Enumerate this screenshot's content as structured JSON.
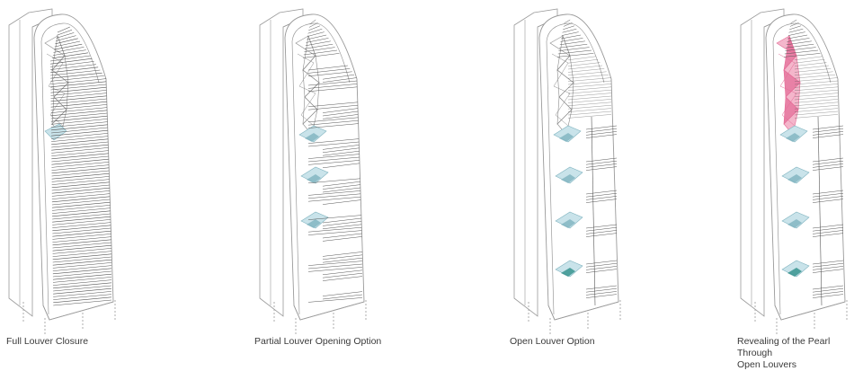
{
  "panels": [
    {
      "id": "full",
      "caption_lines": [
        "Full Louver Closure"
      ],
      "louver_state": "closed",
      "pearl_revealed": false
    },
    {
      "id": "partial",
      "caption_lines": [
        "Partial Louver Opening Option"
      ],
      "louver_state": "partial",
      "pearl_revealed": false
    },
    {
      "id": "open",
      "caption_lines": [
        "Open Louver Option"
      ],
      "louver_state": "open",
      "pearl_revealed": false
    },
    {
      "id": "reveal",
      "caption_lines": [
        "Revealing of the Pearl Through",
        "Open Louvers"
      ],
      "louver_state": "open",
      "pearl_revealed": true
    }
  ],
  "colors": {
    "outline": "#9a9a9a",
    "louver": "#555555",
    "glass": "#c9e3ea",
    "glass_edge": "#7fb3bf",
    "teal": "#2f8f8a",
    "pearl": "#e46b96",
    "pearl_light": "#f2a9c2",
    "facet": "#8a8a8a"
  }
}
